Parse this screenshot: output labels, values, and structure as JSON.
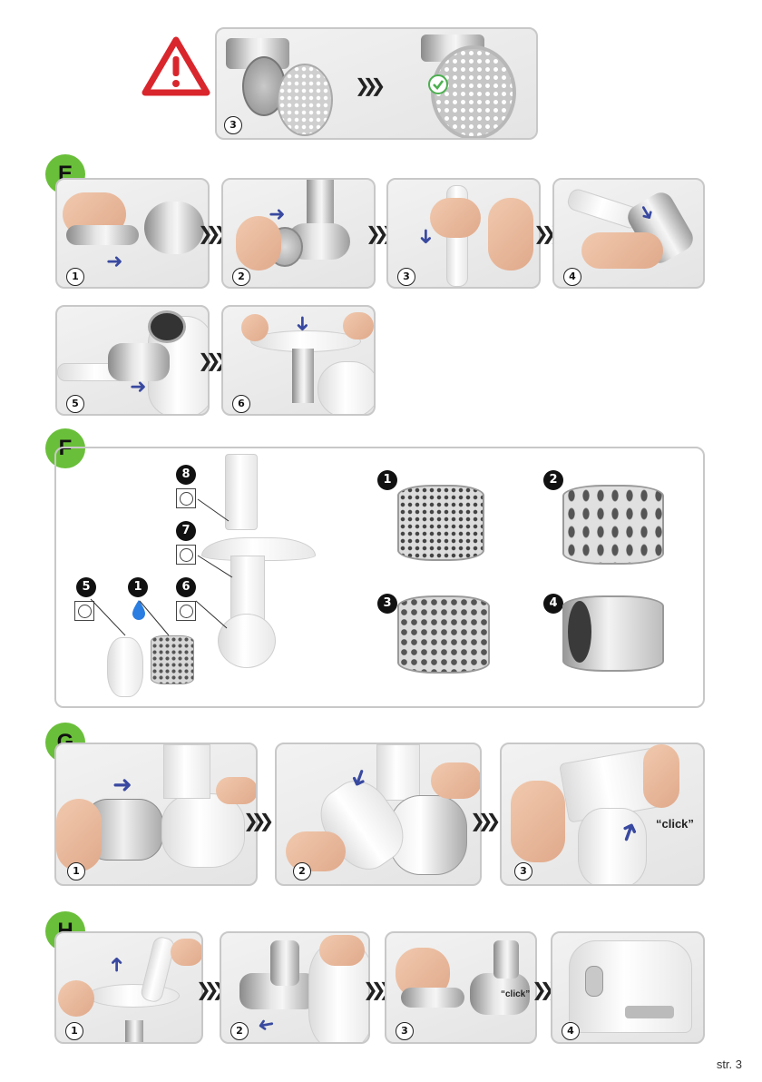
{
  "page": {
    "footer": "str. 3"
  },
  "top": {
    "step_label": "3",
    "warning_icon": "warning-triangle-icon",
    "check_icon": "check-circle-icon",
    "arrows": "❯❯❯"
  },
  "sections": {
    "E": {
      "letter": "E",
      "steps": [
        "1",
        "2",
        "3",
        "4",
        "5",
        "6"
      ]
    },
    "F": {
      "letter": "F",
      "parts": [
        "8",
        "7",
        "5",
        "1",
        "6"
      ],
      "drums": [
        "1",
        "2",
        "3",
        "4"
      ]
    },
    "G": {
      "letter": "G",
      "steps": [
        "1",
        "2",
        "3"
      ],
      "click": "“click”"
    },
    "H": {
      "letter": "H",
      "steps": [
        "1",
        "2",
        "3",
        "4"
      ],
      "click": "“click”"
    }
  },
  "colors": {
    "badge": "#6abf3a",
    "warning": "#d9262c",
    "arrow": "#3949a0",
    "check": "#4caf50",
    "water": "#2a7de1"
  }
}
